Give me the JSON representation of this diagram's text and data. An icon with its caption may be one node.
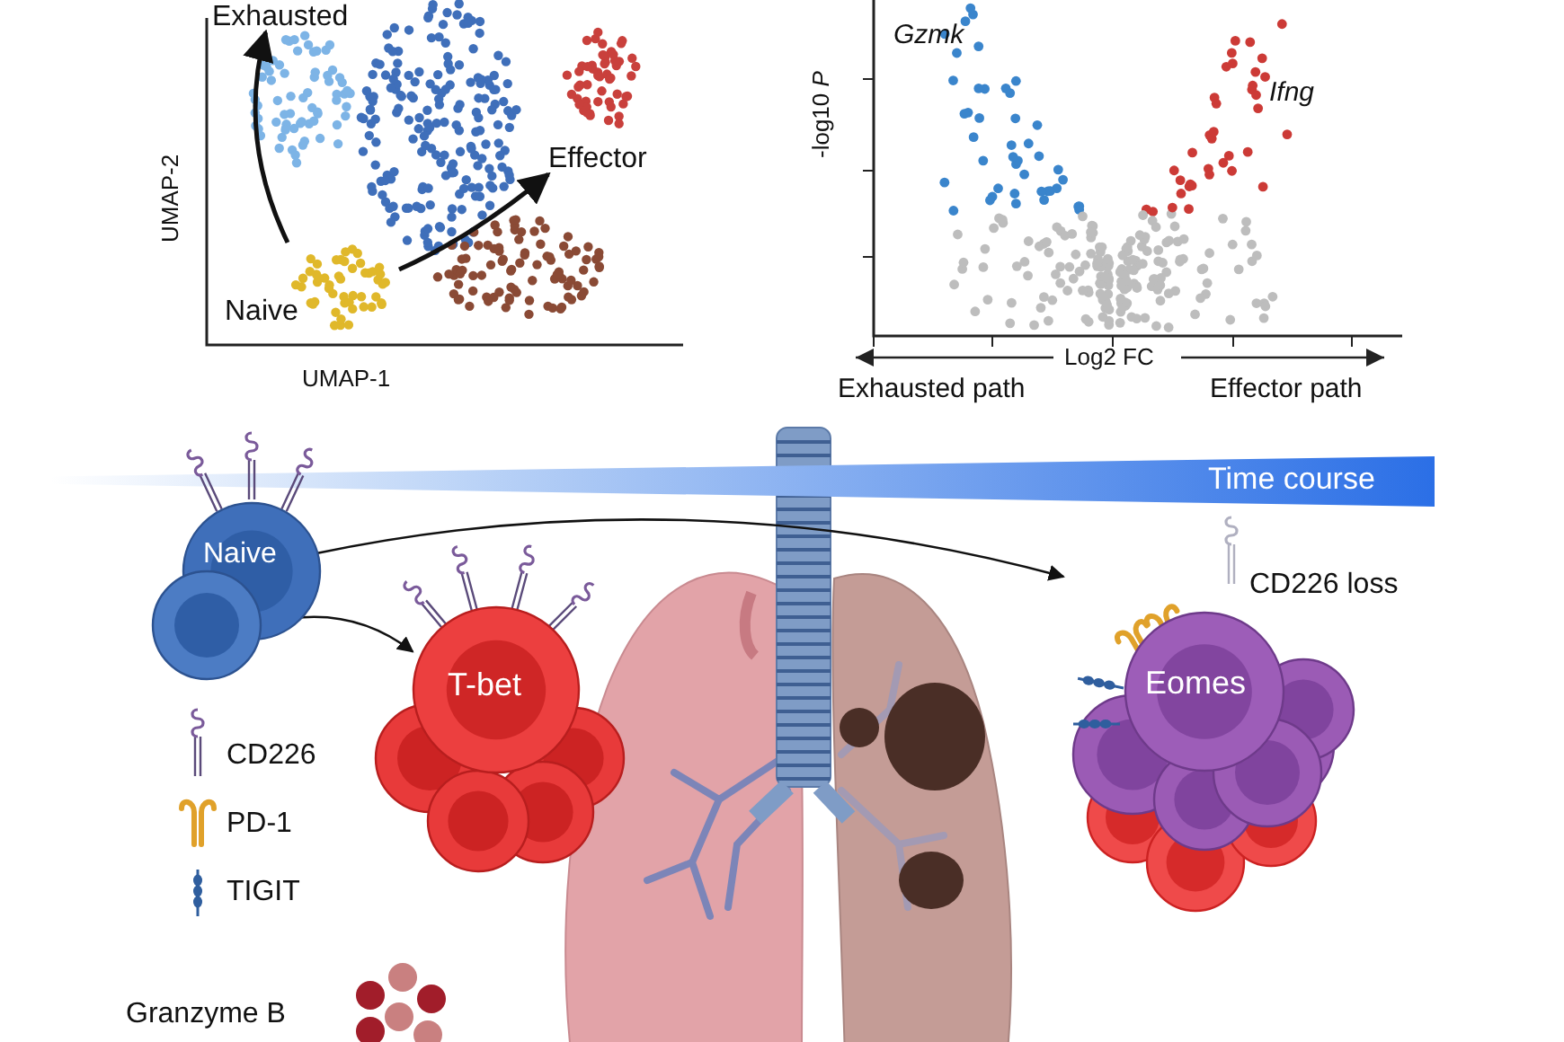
{
  "diagram": {
    "nodes": [
      {
        "text": [
          "Exhausted"
        ]
      },
      {
        "text": [
          "Naive"
        ]
      },
      {
        "text": [
          "Effector"
        ]
      },
      {
        "text": [
          "Naive"
        ]
      },
      {
        "text": [
          "T-bet"
        ]
      },
      {
        "text": [
          "Eomes",
          "CD226 loss"
        ]
      }
    ],
    "edges": [
      {
        "from": 1,
        "to": 0,
        "arrow": "to"
      },
      {
        "from": 1,
        "to": 2,
        "arrow": "to"
      },
      {
        "from": 3,
        "to": 4,
        "arrow": "to"
      },
      {
        "from": 3,
        "to": 5,
        "arrow": "to"
      }
    ],
    "labels": [
      "UMAP-2",
      "-log10 *P*",
      "Gzmk",
      "Ifng",
      "UMAP-1",
      "Log2 FC",
      "Exhausted path",
      "Effector path",
      "Time course",
      "Granzyme B"
    ],
    "legend": [
      {
        "text": "CD226"
      },
      {
        "text": "PD-1"
      },
      {
        "text": "TIGIT"
      }
    ]
  }
}
